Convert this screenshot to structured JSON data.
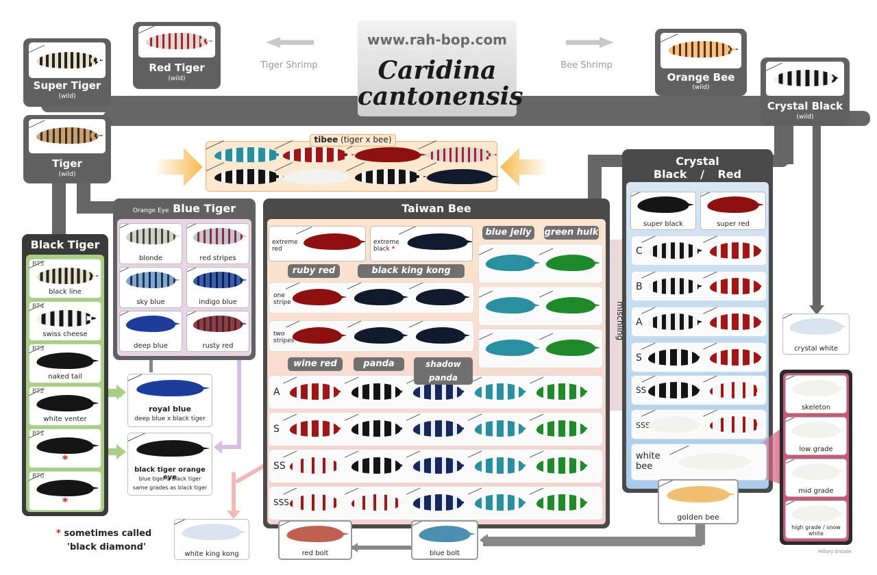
{
  "header": {
    "website": "www.rah-bop.com",
    "title_line1": "Caridina",
    "title_line2": "cantonensis",
    "tiger_arrow": "Tiger Shrimp",
    "bee_arrow": "Bee Shrimp"
  },
  "wild": {
    "super_tiger": "Super  Tiger",
    "red_tiger": "Red Tiger",
    "orange_bee": "Orange Bee",
    "crystal_black": "Crystal Black",
    "tiger": "Tiger",
    "wild_label": "(wild)"
  },
  "tibee": {
    "title": "tibee",
    "subtitle": "(tiger x bee)"
  },
  "blue_tiger": {
    "prefix": "Orange Eye",
    "title": "Blue Tiger",
    "items": [
      "blonde",
      "red stripes",
      "sky blue",
      "indigo blue",
      "deep blue",
      "rusty red"
    ]
  },
  "black_tiger": {
    "title": "Black Tiger",
    "items": [
      {
        "code": "BT5",
        "label": "black line"
      },
      {
        "code": "BT4",
        "label": "swiss cheese"
      },
      {
        "code": "BT3",
        "label": "naked tail"
      },
      {
        "code": "BT2",
        "label": "white venter"
      },
      {
        "code": "BT1",
        "label": "*"
      },
      {
        "code": "BT0",
        "label": "*"
      }
    ]
  },
  "royal_blue": {
    "name": "royal blue",
    "desc": "deep blue x black tiger"
  },
  "btoe": {
    "name": "black tiger orange eye",
    "desc1": "blue tiger x black tiger",
    "desc2": "same grades as black tiger"
  },
  "footnote": {
    "star": "*",
    "line1": "sometimes called",
    "line2": "'black diamond'"
  },
  "taiwan": {
    "title": "Taiwan Bee",
    "extreme_red": "extreme red",
    "extreme_black": "extreme black",
    "star": "*",
    "blue_jelly": "blue jelly",
    "green_hulk": "green hulk",
    "ruby_red": "ruby red",
    "black_king_kong": "black king kong",
    "one_stripe": "one stripe",
    "two_stripes": "two stripes",
    "wine_red": "wine red",
    "panda": "panda",
    "shadow_panda": "shadow panda",
    "grades": [
      "A",
      "S",
      "SS",
      "SSS"
    ],
    "mischling": "mischling"
  },
  "crystal": {
    "title1": "Crystal",
    "black": "Black",
    "slash": "/",
    "red": "Red",
    "super_black": "super black",
    "super_red": "super red",
    "grades": [
      "C",
      "B",
      "A",
      "S",
      "SS",
      "SSS"
    ],
    "white_bee": "white bee"
  },
  "others": {
    "crystal_white": "crystal white",
    "golden_bee": "golden bee",
    "skeleton": "skeleton",
    "low_grade": "low grade",
    "mid_grade": "mid grade",
    "high_grade": "high grade / snow white",
    "white_king_kong": "white king kong",
    "red_bolt": "red bolt",
    "blue_bolt": "blue bolt"
  },
  "credit": "Hillary Erdaile"
}
